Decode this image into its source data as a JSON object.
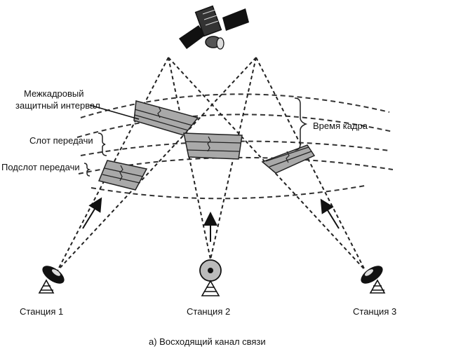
{
  "labels": {
    "guard_interval_line1": "Межкадровый",
    "guard_interval_line2": "защитный интервал",
    "transmission_slot": "Слот передачи",
    "transmission_subslot": "Подслот передачи",
    "frame_time": "Время кадра"
  },
  "stations": [
    {
      "label": "Станция 1"
    },
    {
      "label": "Станция 2"
    },
    {
      "label": "Станция 3"
    }
  ],
  "caption": "а) Восходящий канал связи",
  "icons": {
    "satellite": "satellite-icon",
    "dish": "dish-antenna-icon"
  }
}
